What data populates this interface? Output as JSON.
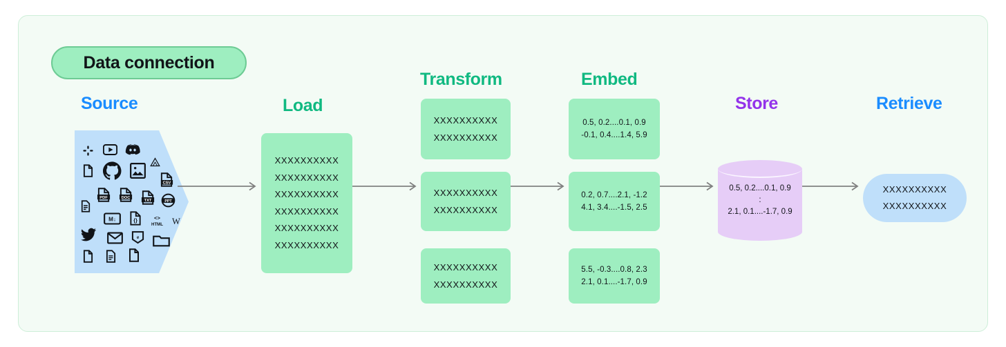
{
  "diagram": {
    "badge_label": "Data connection",
    "stages": [
      {
        "key": "source",
        "label": "Source",
        "color": "#1a8cff"
      },
      {
        "key": "load",
        "label": "Load",
        "color": "#10b981"
      },
      {
        "key": "transform",
        "label": "Transform",
        "color": "#10b981"
      },
      {
        "key": "embed",
        "label": "Embed",
        "color": "#10b981"
      },
      {
        "key": "store",
        "label": "Store",
        "color": "#9333ea"
      },
      {
        "key": "retrieve",
        "label": "Retrieve",
        "color": "#1a8cff"
      }
    ],
    "colors": {
      "frame_bg": "#f3fbf5",
      "frame_border": "#cdeed8",
      "badge_fill": "#9eeec0",
      "badge_border": "#6dcb94",
      "green_box": "#9eeec0",
      "blue_shape": "#bfdffa",
      "purple_cylinder": "#e6cdf7",
      "arrow": "#808080",
      "text": "#111418"
    },
    "source": {
      "shape": "pentagon-arrow",
      "icons": [
        "slack-icon",
        "youtube-icon",
        "discord-icon",
        "file-icon",
        "github-icon",
        "image-icon",
        "google-drive-icon",
        "csv-file-icon",
        "document-icon",
        "pdf-file-icon",
        "doc-file-icon",
        "txt-file-icon",
        "ppt-file-icon",
        "markdown-icon",
        "json-file-icon",
        "html-icon",
        "wikipedia-icon",
        "twitter-icon",
        "email-icon",
        "evernote-icon",
        "folder-icon",
        "file-icon-2",
        "text-file-icon",
        "file-icon-3"
      ]
    },
    "load": {
      "lines": [
        "XXXXXXXXXX",
        "XXXXXXXXXX",
        "XXXXXXXXXX",
        "XXXXXXXXXX",
        "XXXXXXXXXX",
        "XXXXXXXXXX"
      ]
    },
    "transform": {
      "chunks": [
        {
          "lines": [
            "XXXXXXXXXX",
            "XXXXXXXXXX"
          ]
        },
        {
          "lines": [
            "XXXXXXXXXX",
            "XXXXXXXXXX"
          ]
        },
        {
          "lines": [
            "XXXXXXXXXX",
            "XXXXXXXXXX"
          ]
        }
      ]
    },
    "embed": {
      "vectors": [
        {
          "lines": [
            "0.5, 0.2....0.1, 0.9",
            "-0.1, 0.4....1.4, 5.9"
          ]
        },
        {
          "lines": [
            "0.2, 0.7....2.1, -1.2",
            "4.1, 3.4....-1.5, 2.5"
          ]
        },
        {
          "lines": [
            "5.5, -0.3....0.8, 2.3",
            "2.1, 0.1....-1.7, 0.9"
          ]
        }
      ]
    },
    "store": {
      "shape": "cylinder",
      "lines": [
        "0.5, 0.2....0.1, 0.9",
        ":",
        "2.1, 0.1....-1.7, 0.9"
      ]
    },
    "retrieve": {
      "shape": "pill",
      "lines": [
        "XXXXXXXXXX",
        "XXXXXXXXXX"
      ]
    },
    "connectors": [
      {
        "from": "source",
        "to": "load"
      },
      {
        "from": "load",
        "to": "transform"
      },
      {
        "from": "transform",
        "to": "embed"
      },
      {
        "from": "embed",
        "to": "store"
      },
      {
        "from": "store",
        "to": "retrieve"
      }
    ]
  }
}
